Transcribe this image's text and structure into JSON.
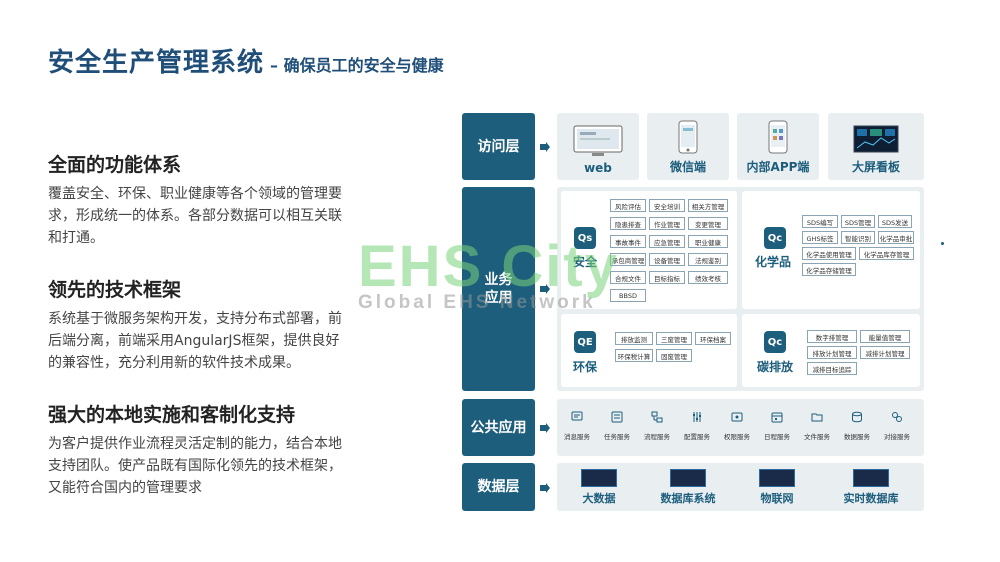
{
  "header": {
    "title": "安全生产管理系统",
    "subtitle": "– 确保员工的安全与健康"
  },
  "sections": [
    {
      "heading": "全面的功能体系",
      "body": "覆盖安全、环保、职业健康等各个领域的管理要求，形成统一的体系。各部分数据可以相互关联和打通。"
    },
    {
      "heading": "领先的技术框架",
      "body": "系统基于微服务架构开发，支持分布式部署，前后端分离，前端采用AngularJS框架，提供良好的兼容性，充分利用新的软件技术成果。"
    },
    {
      "heading": "强大的本地实施和客制化支持",
      "body": "为客户提供作业流程灵活定制的能力，结合本地支持团队。使产品既有国际化领先的技术框架，又能符合国内的管理要求"
    }
  ],
  "watermark": {
    "big": "EHS City",
    "small": "Global EHS Network"
  },
  "layers": {
    "access": {
      "label": "访问层",
      "items": [
        "web",
        "微信端",
        "内部APP端",
        "大屏看板"
      ]
    },
    "business": {
      "label_line1": "业务",
      "label_line2": "应用",
      "blocks": [
        {
          "name": "安全",
          "logo": "Qs",
          "modules": [
            "风险评估",
            "安全培训",
            "相关方管理",
            "隐患排查",
            "作业管理",
            "变更管理",
            "事故事件",
            "应急管理",
            "职业健康",
            "承包商管理",
            "设备管理",
            "法规鉴别",
            "合规文件",
            "目标指标",
            "绩效考核",
            "BBSD"
          ]
        },
        {
          "name": "化学品",
          "logo": "Qc",
          "modules": [
            "SDS编写",
            "SDS管理",
            "SDS发送",
            "GHS标签",
            "智能识别",
            "化学品审批",
            "化学品使用管理",
            "化学品库存管理",
            "化学品存储管理"
          ]
        },
        {
          "name": "环保",
          "logo": "QE",
          "modules": [
            "排放监测",
            "三废管理",
            "环保档案",
            "环保税计算",
            "固废管理"
          ]
        },
        {
          "name": "碳排放",
          "logo": "Qc",
          "modules": [
            "数字排管理",
            "能量值管理",
            "排放计划管理",
            "减排计划管理",
            "减排目标追踪"
          ]
        }
      ]
    },
    "public": {
      "label": "公共应用",
      "items": [
        "消息服务",
        "任务服务",
        "流程服务",
        "配置服务",
        "权限服务",
        "日程服务",
        "文件服务",
        "数据服务",
        "对接服务"
      ]
    },
    "data": {
      "label": "数据层",
      "items": [
        "大数据",
        "数据库系统",
        "物联网",
        "实时数据库"
      ]
    }
  },
  "colors": {
    "title": "#1f4e79",
    "label_bg": "#1d5e7d",
    "panel_bg": "#e9eef1",
    "accent": "#1d5e7d"
  }
}
